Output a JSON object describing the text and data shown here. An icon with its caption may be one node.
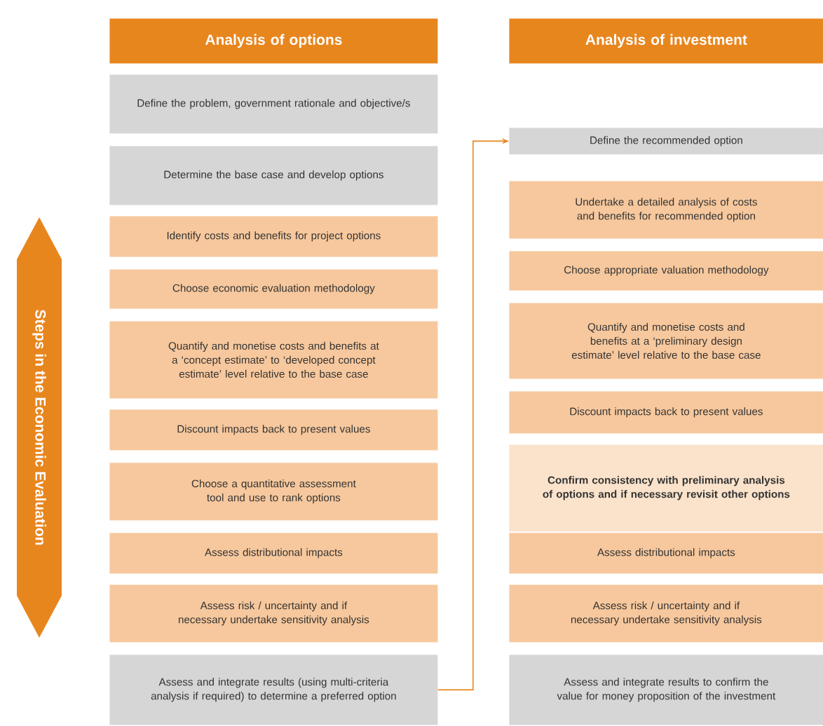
{
  "diagram": {
    "nodes": [
      {
        "text": [
          "Steps in the Economic Evaluation"
        ]
      },
      {
        "text": [
          "Analysis of options"
        ]
      },
      {
        "text": [
          "Define the problem, government rationale and objective/s"
        ]
      },
      {
        "text": [
          "Determine the base case and develop options"
        ]
      },
      {
        "text": [
          "Identify costs and benefits for project options"
        ]
      },
      {
        "text": [
          "Choose economic evaluation methodology"
        ]
      },
      {
        "text": [
          "Quantify and monetise costs and benefits at a ‘concept estimate’ to ‘developed concept estimate’ level relative to the base case"
        ]
      },
      {
        "text": [
          "Discount impacts back to present values"
        ]
      },
      {
        "text": [
          "Choose a quantitative assessment tool and use to rank options"
        ]
      },
      {
        "text": [
          "Assess distributional impacts"
        ]
      },
      {
        "text": [
          "Assess risk / uncertainty and if necessary undertake sensitivity analysis"
        ]
      },
      {
        "text": [
          "Assess and integrate results (using multi-criteria analysis if required) to determine a preferred option"
        ]
      },
      {
        "text": [
          "Analysis of investment"
        ]
      },
      {
        "text": [
          "Define the recommended option"
        ]
      },
      {
        "text": [
          "Undertake a detailed analysis of costs and benefits for recommended option"
        ]
      },
      {
        "text": [
          "Choose appropriate valuation methodology"
        ]
      },
      {
        "text": [
          "Quantify and monetise costs and benefits at a ‘preliminary design estimate’ level relative to the base case"
        ]
      },
      {
        "text": [
          "Discount impacts back to present values"
        ]
      },
      {
        "text": [
          "Confirm consistency with preliminary analysis of options and if necessary revisit other options"
        ]
      },
      {
        "text": [
          "Assess distributional impacts"
        ]
      },
      {
        "text": [
          "Assess risk / uncertainty and if necessary undertake sensitivity analysis"
        ]
      },
      {
        "text": [
          "Assess and integrate results to confirm the value for money proposition of the investment"
        ]
      }
    ],
    "edges": [
      {
        "from": 11,
        "to": 13,
        "arrow": "to"
      }
    ]
  }
}
